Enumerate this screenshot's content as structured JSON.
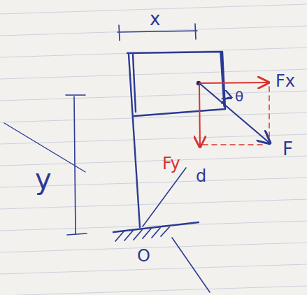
{
  "diagram": {
    "labels": [
      "x",
      "y",
      "Fx",
      "Fy",
      "θ",
      "F",
      "d",
      "O"
    ]
  }
}
